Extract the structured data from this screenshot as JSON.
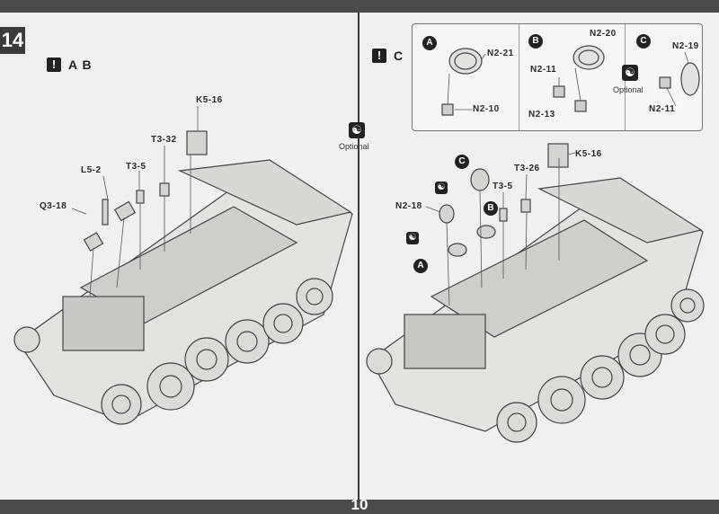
{
  "step": {
    "number": "14"
  },
  "page": {
    "number": "10"
  },
  "left_panel": {
    "refs": "A B",
    "labels": {
      "k516": "K5-16",
      "t332": "T3-32",
      "t35": "T3-5",
      "l52": "L5-2",
      "q318": "Q3-18"
    }
  },
  "optional": {
    "label": "Optional",
    "icon": "yin-yang-icon"
  },
  "right_panel": {
    "refs": "C",
    "callouts": {
      "a": {
        "badge": "A",
        "n221": "N2-21",
        "n210": "N2-10"
      },
      "b": {
        "badge": "B",
        "n220": "N2-20",
        "n211": "N2-11",
        "n213": "N2-13"
      },
      "c": {
        "badge": "C",
        "n219": "N2-19",
        "n211": "N2-11",
        "optional": "Optional"
      }
    },
    "labels": {
      "k516": "K5-16",
      "t326": "T3-26",
      "t35": "T3-5",
      "n218": "N2-18",
      "badge_a": "A",
      "badge_b": "B",
      "badge_c": "C"
    }
  },
  "colors": {
    "band": "#4a4a4a",
    "ink": "#222222",
    "paper": "#f1f0ee"
  }
}
